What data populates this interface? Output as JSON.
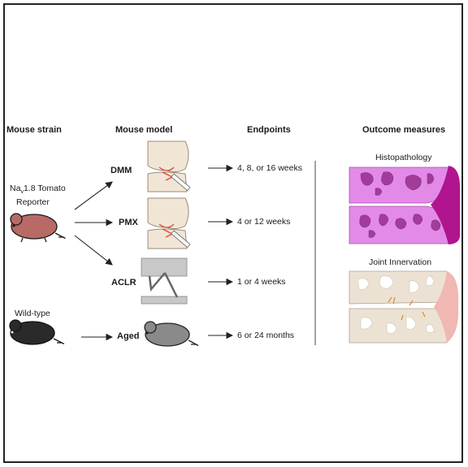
{
  "headers": {
    "strain": "Mouse strain",
    "model": "Mouse model",
    "endpoints": "Endpoints",
    "outcomes": "Outcome measures"
  },
  "strains": [
    {
      "line1_pre": "Na",
      "line1_sub": "v",
      "line1_post": "1.8 Tomato",
      "line2": "Reporter",
      "color": "#b86a66"
    },
    {
      "line1": "Wild-type",
      "color": "#2a2a2a"
    }
  ],
  "models": [
    {
      "label": "DMM",
      "endpoint": "4, 8, or 16 weeks"
    },
    {
      "label": "PMX",
      "endpoint": "4 or 12 weeks"
    },
    {
      "label": "ACLR",
      "endpoint": "1 or 4 weeks"
    },
    {
      "label": "Aged",
      "endpoint": "6 or 24 months"
    }
  ],
  "outcomes": [
    {
      "label": "Histopathology",
      "color": "#e38ae8",
      "accent": "#b0148f"
    },
    {
      "label": "Joint Innervation",
      "color": "#ece2d4",
      "accent": "#f0b7b3"
    }
  ],
  "colors": {
    "knee_bg": "#f1e6d6",
    "nerve_red": "#d94a3a",
    "aged_mouse": "#8a8a8a",
    "aclr_block": "#c8c8c8"
  }
}
